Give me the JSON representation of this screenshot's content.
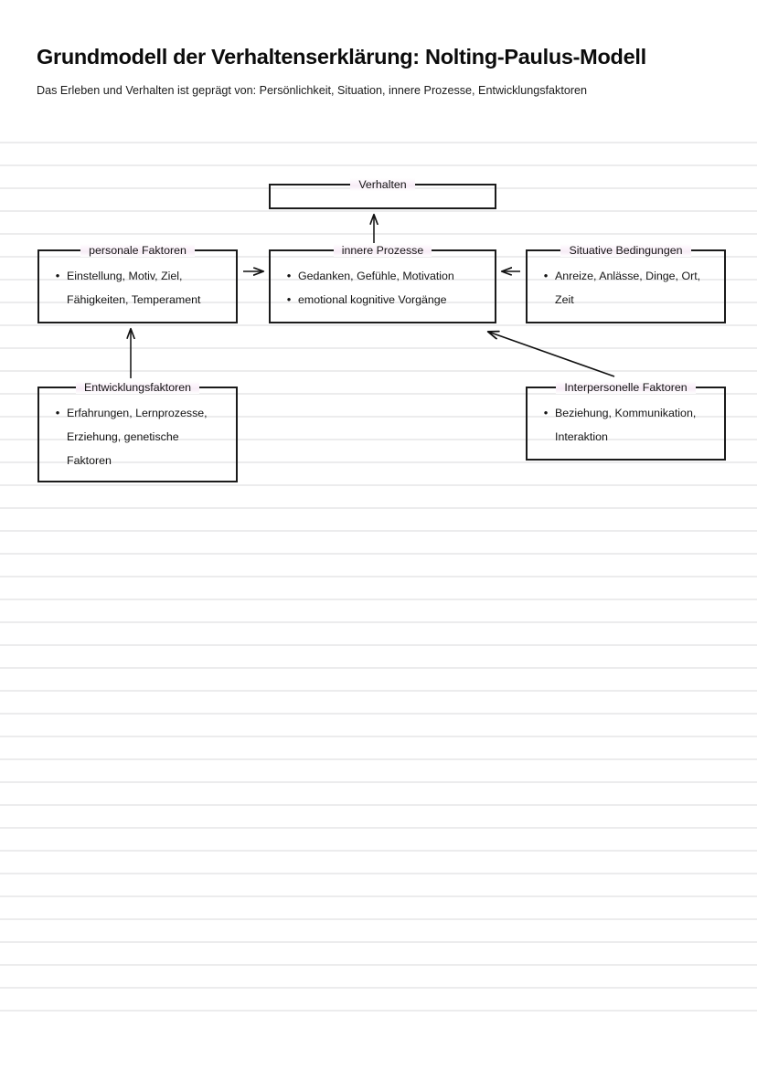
{
  "document": {
    "title": "Grundmodell der Verhaltenserklärung: Nolting-Paulus-Modell",
    "subtitle": "Das Erleben und Verhalten ist geprägt von: Persönlichkeit, Situation, innere Prozesse, Entwicklungsfaktoren",
    "paper_style": "ruled-lines",
    "colors": {
      "text": "#141414",
      "box_border": "#1b1b1b",
      "rule_line": "#ececed",
      "legend_highlight": "#f7ecf6",
      "arrow": "#111111"
    }
  },
  "diagram": {
    "type": "block-flow",
    "nodes": [
      {
        "id": "verhalten",
        "label": "Verhalten",
        "items": []
      },
      {
        "id": "personale-faktoren",
        "label": "personale Faktoren",
        "items": [
          {
            "line1": "Einstellung, Motiv, Ziel,",
            "line2": "Fähigkeiten, Temperament"
          }
        ]
      },
      {
        "id": "innere-prozesse",
        "label": "innere Prozesse",
        "items": [
          {
            "line1": "Gedanken, Gefühle, Motivation"
          },
          {
            "line1": "emotional kognitive Vorgänge"
          }
        ]
      },
      {
        "id": "situative-bedingungen",
        "label": "Situative Bedingungen",
        "items": [
          {
            "line1": "Anreize, Anlässe, Dinge, Ort,",
            "line2": "Zeit"
          }
        ]
      },
      {
        "id": "entwicklungsfaktoren",
        "label": "Entwicklungsfaktoren",
        "items": [
          {
            "line1": "Erfahrungen, Lernprozesse,",
            "line2": "Erziehung, genetische",
            "line3": "Faktoren"
          }
        ]
      },
      {
        "id": "interpersonelle-faktoren",
        "label": "Interpersonelle Faktoren",
        "items": [
          {
            "line1": "Beziehung, Kommunikation,",
            "line2": "Interaktion"
          }
        ]
      }
    ],
    "edges": [
      {
        "from": "innere-prozesse",
        "to": "verhalten",
        "direction": "up"
      },
      {
        "from": "personale-faktoren",
        "to": "innere-prozesse",
        "direction": "right"
      },
      {
        "from": "situative-bedingungen",
        "to": "innere-prozesse",
        "direction": "left"
      },
      {
        "from": "entwicklungsfaktoren",
        "to": "personale-faktoren",
        "direction": "up"
      },
      {
        "from": "interpersonelle-faktoren",
        "to": "innere-prozesse",
        "direction": "diagonal-up-left"
      }
    ],
    "bullet_glyph": "•"
  }
}
